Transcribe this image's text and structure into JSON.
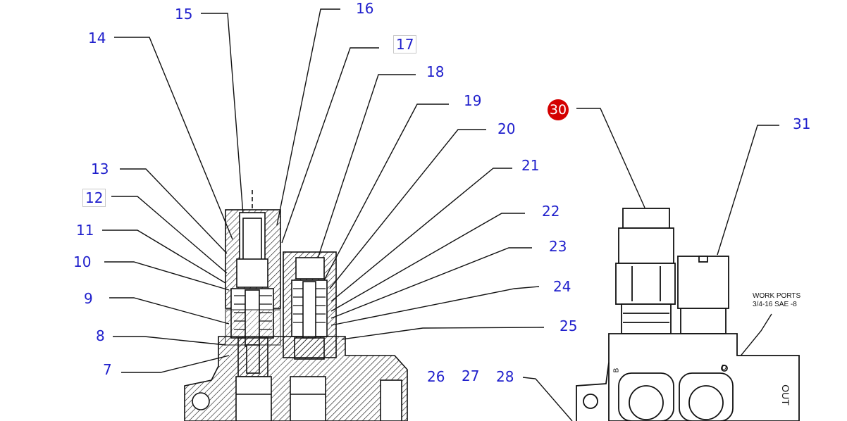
{
  "callouts": [
    {
      "id": "15",
      "label": "15"
    },
    {
      "id": "16",
      "label": "16"
    },
    {
      "id": "14",
      "label": "14"
    },
    {
      "id": "17",
      "label": "17",
      "style": "boxed"
    },
    {
      "id": "18",
      "label": "18"
    },
    {
      "id": "19",
      "label": "19"
    },
    {
      "id": "20",
      "label": "20"
    },
    {
      "id": "30",
      "label": "30",
      "style": "badge",
      "color": "#d40000"
    },
    {
      "id": "31",
      "label": "31"
    },
    {
      "id": "21",
      "label": "21"
    },
    {
      "id": "13",
      "label": "13"
    },
    {
      "id": "12",
      "label": "12",
      "style": "boxed"
    },
    {
      "id": "22",
      "label": "22"
    },
    {
      "id": "11",
      "label": "11"
    },
    {
      "id": "23",
      "label": "23"
    },
    {
      "id": "10",
      "label": "10"
    },
    {
      "id": "24",
      "label": "24"
    },
    {
      "id": "9",
      "label": "9"
    },
    {
      "id": "25",
      "label": "25"
    },
    {
      "id": "8",
      "label": "8"
    },
    {
      "id": "7",
      "label": "7"
    },
    {
      "id": "26",
      "label": "26"
    },
    {
      "id": "27",
      "label": "27"
    },
    {
      "id": "28",
      "label": "28"
    }
  ],
  "notes": {
    "work_ports_line1": "WORK PORTS",
    "work_ports_line2": "3/4-16 SAE -8",
    "port_b": "B",
    "port_d": "D",
    "out_label": "OUT"
  },
  "colors": {
    "callout_text": "#1f1fcc",
    "badge": "#d40000",
    "linework": "#111111"
  }
}
